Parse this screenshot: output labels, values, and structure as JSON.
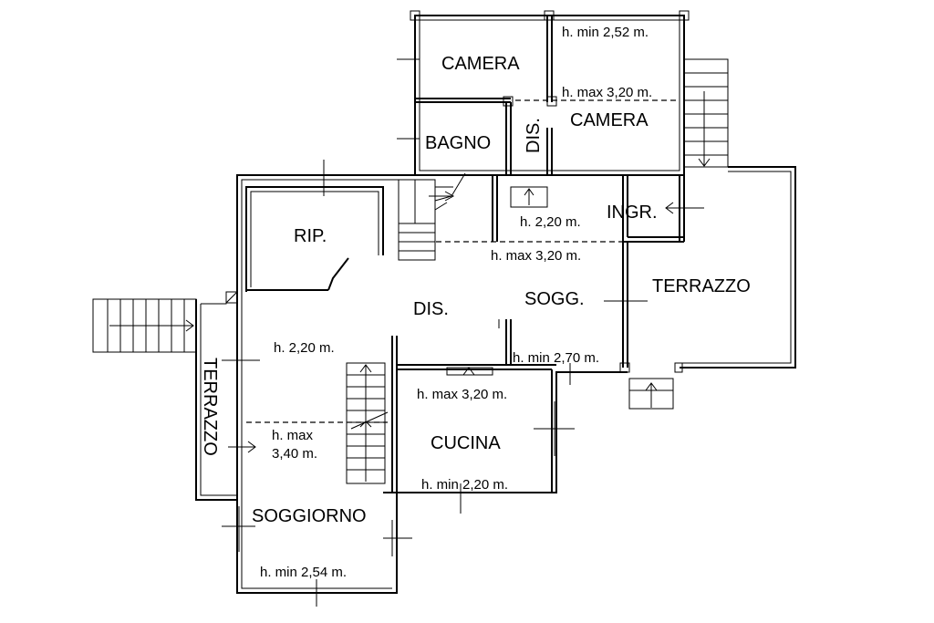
{
  "rooms": {
    "camera_top": "CAMERA",
    "camera_right": "CAMERA",
    "bagno": "BAGNO",
    "dis_upper": "DIS.",
    "ingr": "INGR.",
    "rip": "RIP.",
    "dis_main": "DIS.",
    "sogg": "SOGG.",
    "terrazzo_right": "TERRAZZO",
    "terrazzo_left": "TERRAZZO",
    "cucina": "CUCINA",
    "soggiorno": "SOGGIORNO"
  },
  "notes": {
    "h_min_252": "h. min 2,52 m.",
    "h_max_320_top": "h. max 3,20 m.",
    "h_220_upper": "h. 2,20 m.",
    "h_max_320_mid": "h. max 3,20 m.",
    "h_220_left": "h. 2,20 m.",
    "h_min_270": "h. min 2,70 m.",
    "h_max_320_kitchen": "h. max 3,20 m.",
    "h_max_340_line1": "h. max",
    "h_max_340_line2": "3,40 m.",
    "h_min_220_kitchen": "h. min 2,20 m.",
    "h_min_254": "h. min 2,54 m."
  }
}
